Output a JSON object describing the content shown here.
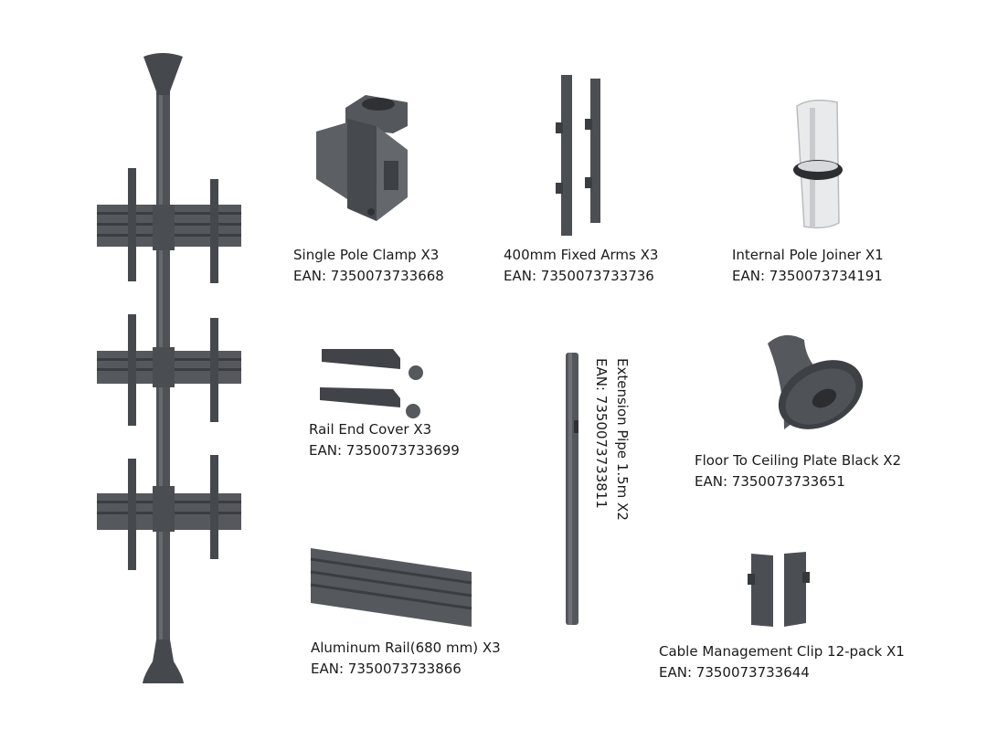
{
  "colors": {
    "metal_dark": "#3f4246",
    "metal_mid": "#5a5d62",
    "metal_light": "#74787d",
    "white_part": "#e9eaec",
    "text": "#1a1a1a"
  },
  "parts": [
    {
      "name": "Single Pole Clamp X3",
      "ean": "EAN: 7350073733668"
    },
    {
      "name": "400mm Fixed Arms X3",
      "ean": "EAN: 7350073733736"
    },
    {
      "name": "Internal Pole Joiner X1",
      "ean": "EAN: 7350073734191"
    },
    {
      "name": "Rail End Cover X3",
      "ean": "EAN: 7350073733699"
    },
    {
      "name": "Extension Pipe 1.5m X2",
      "ean": "EAN: 7350073733811"
    },
    {
      "name": "Floor To Ceiling Plate Black X2",
      "ean": "EAN: 7350073733651"
    },
    {
      "name": "Aluminum Rail(680 mm) X3",
      "ean": "EAN: 7350073733866"
    },
    {
      "name": "Cable Management Clip 12-pack X1",
      "ean": "EAN: 7350073733644"
    }
  ]
}
